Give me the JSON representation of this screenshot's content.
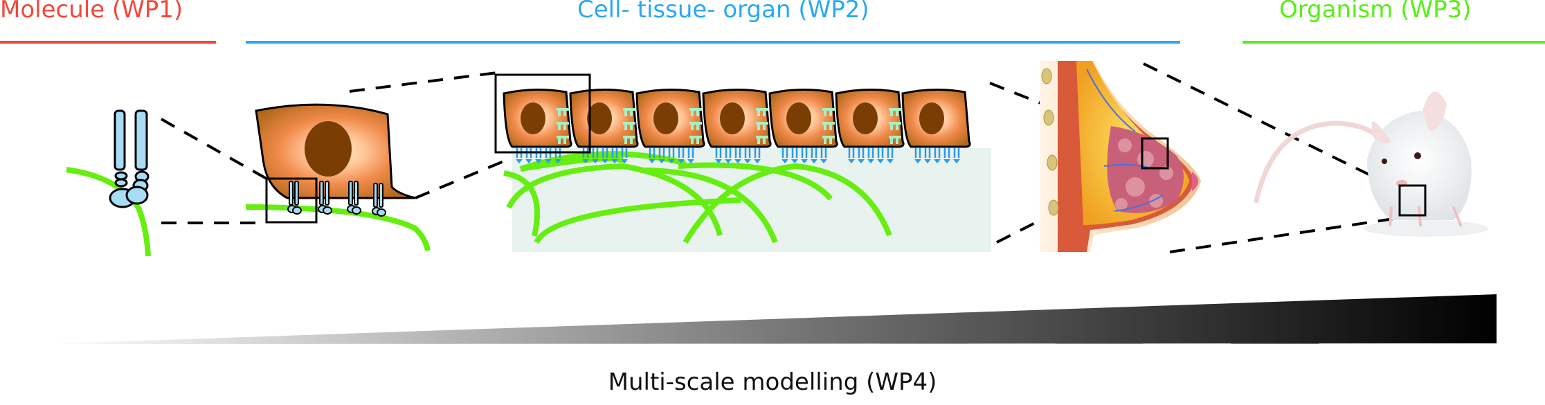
{
  "scales": [
    {
      "id": "molecule",
      "label": "Molecule (WP1)",
      "color": "#f4473a"
    },
    {
      "id": "cell-tissue-organ",
      "label": "Cell- tissue- organ (WP2)",
      "color": "#2aa8f4"
    },
    {
      "id": "organism",
      "label": "Organism (WP3)",
      "color": "#56f014"
    }
  ],
  "panels": [
    {
      "id": "integrin-molecule",
      "depicts": "integrin receptor on extracellular matrix fibre"
    },
    {
      "id": "single-cell",
      "depicts": "single cell with nucleus and adhesion receptors"
    },
    {
      "id": "epithelial-tissue",
      "depicts": "epithelial cell layer on extracellular matrix"
    },
    {
      "id": "breast-organ",
      "depicts": "breast cross-section anatomy"
    },
    {
      "id": "mouse-organism",
      "depicts": "white laboratory mouse"
    }
  ],
  "colors": {
    "cell_body": "#c0741f",
    "cell_glow": "#ffc79a",
    "nucleus": "#7a3e05",
    "ecm_fibre": "#66ee10",
    "receptor": "#a8dcf4",
    "junction": "#a8f0c4",
    "ecm_background": "#e8f2ef",
    "zoom_box": "#000000"
  },
  "modelling_bar": {
    "label": "Multi-scale modelling (WP4)",
    "gradient_from": "#ffffff",
    "gradient_to": "#000000"
  }
}
